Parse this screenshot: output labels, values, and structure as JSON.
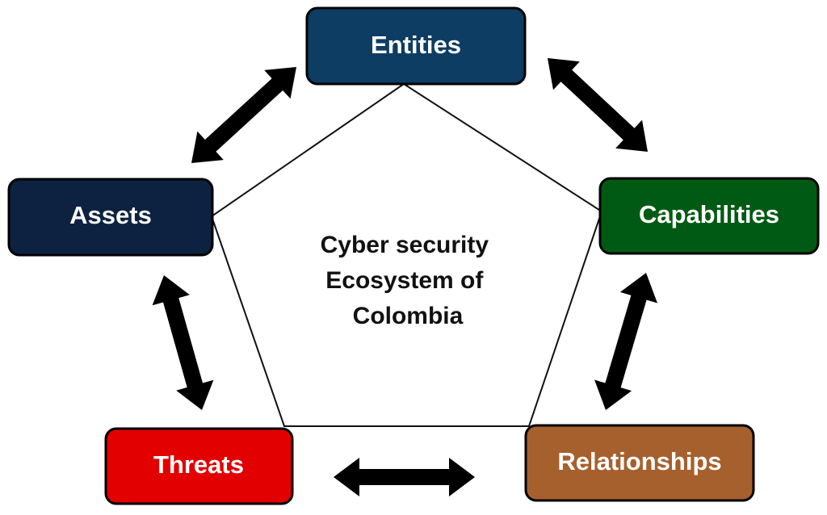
{
  "center": {
    "lines": [
      "Cyber security",
      "Ecosystem of",
      "Colombia"
    ]
  },
  "nodes": [
    {
      "id": "entities",
      "label": "Entities",
      "color": "#0e3d63"
    },
    {
      "id": "capabilities",
      "label": "Capabilities",
      "color": "#005a13"
    },
    {
      "id": "relationships",
      "label": "Relationships",
      "color": "#a6602e"
    },
    {
      "id": "threats",
      "label": "Threats",
      "color": "#e20000"
    },
    {
      "id": "assets",
      "label": "Assets",
      "color": "#0c2240"
    }
  ],
  "colors": {
    "border": "#000000",
    "arrow": "#000000",
    "outline": "#111111"
  }
}
